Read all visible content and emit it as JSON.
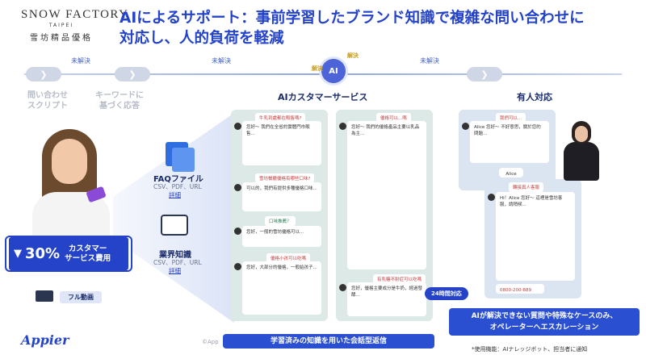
{
  "logo": {
    "name": "SNOW FACTORY",
    "sub": "TAIPEI",
    "cn": "雪坊精品優格"
  },
  "title": {
    "line1": "AIによるサポート：事前学習したブランド知識で複雑な問い合わせに",
    "line2": "対応し、人的負荷を軽減"
  },
  "flow": {
    "unsolved1": "未解決",
    "unsolved2": "未解決",
    "unsolved3": "未解決",
    "solved_left": "解決",
    "solved_right": "解決",
    "chip": "AI",
    "arrow_glyph": "❯",
    "stage1": {
      "line1": "問い合わせ",
      "line2": "スクリプト"
    },
    "stage2": {
      "line1": "キーワードに",
      "line2": "基づく応答"
    }
  },
  "sections": {
    "ai_service": "AIカスタマーサービス",
    "human": "有人対応"
  },
  "faq": {
    "title": "FAQファイル",
    "types": "CSV、PDF、URL",
    "detail": "詳細"
  },
  "industry": {
    "title": "業界知識",
    "types": "CSV、PDF、URL",
    "detail": "詳細"
  },
  "cost": {
    "arrow": "▼",
    "percent": "30%",
    "line1": "カスタマー",
    "line2": "サービス費用"
  },
  "video": {
    "label": "フル動画"
  },
  "chat_left": {
    "tag1": "牛乳到處都在販售嗎?",
    "msg1": "您好～\n我們在全省的實體門市販售...",
    "tag2": "雪坊餐廳優格有哪些口味?",
    "msg2": "可以的，我們有提供多種優格口味...",
    "tag3": "口味推薦？",
    "msg3": "您好，一般的雪坊優格可以...",
    "tag4": "優格小孩可以吃嗎",
    "msg4": "您好，大部分的優格，一般給孩子..."
  },
  "chat_mid": {
    "tag1": "優格可以...嗎",
    "msg1": "您好～\n我們的優格產品主要以乳品為主...",
    "tag2": "有乳糖不耐症可以吃嗎",
    "msg2": "您好，優格主要成分是牛奶，經過發酵..."
  },
  "chat_right": {
    "tag1": "我們可以...",
    "msg1": "Alice 您好～\n不好意思，關於您的問題...",
    "name": "Alice",
    "tag2": "轉接真人客服",
    "msg2": "Hi！Alice 您好～\n這裡是雪坊客服，請稍候...",
    "phone": "0800-200-889"
  },
  "badges": {
    "h24": "24時間対応"
  },
  "captions": {
    "bottom_mid": "学習済みの知識を用いた会話型返信",
    "bottom_right_1": "AIが解決できない質問や特殊なケースのみ、",
    "bottom_right_2": "オペレーターへエスカレーション"
  },
  "footer": {
    "brand": "Appier",
    "copyright": "©App",
    "note": "*使用機能：AIナレッジボット、担当者に通知"
  }
}
